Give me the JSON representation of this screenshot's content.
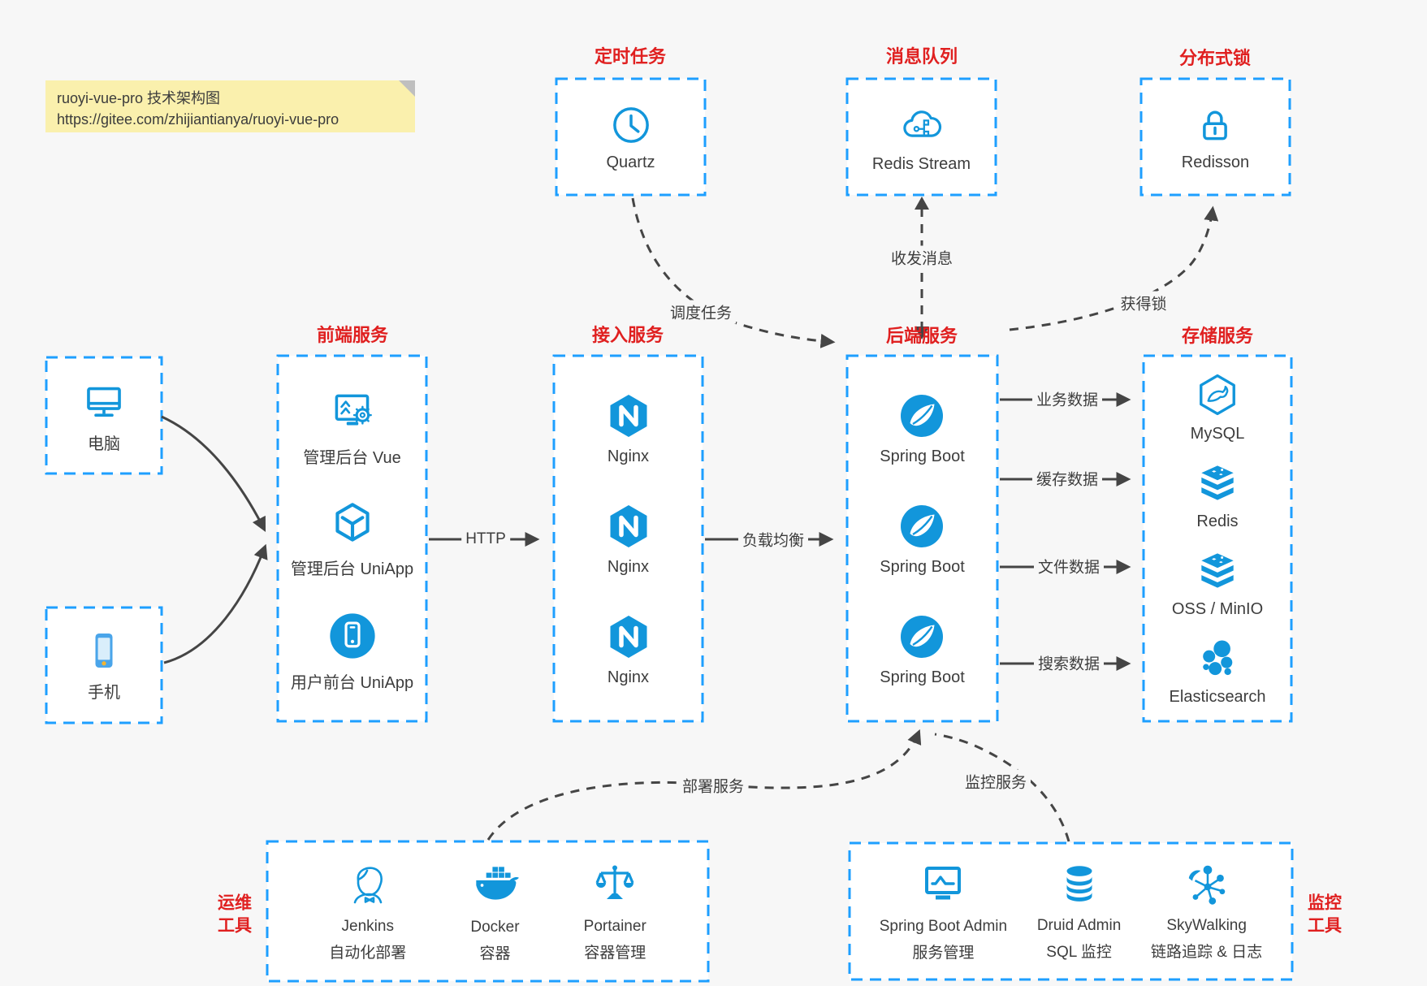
{
  "colors": {
    "accent_blue": "#1296db",
    "box_border_blue": "#1e9fff",
    "title_red": "#e02020",
    "arrow_gray": "#454545",
    "note_bg": "#faf0ad",
    "canvas_bg": "#f7f7f7",
    "text": "#3d3d3d"
  },
  "note": {
    "line1": "ruoyi-vue-pro 技术架构图",
    "line2": "https://gitee.com/zhijiantianya/ruoyi-vue-pro"
  },
  "top": {
    "scheduler": {
      "title": "定时任务",
      "item": {
        "label": "Quartz",
        "icon": "clock-icon"
      }
    },
    "mq": {
      "title": "消息队列",
      "item": {
        "label": "Redis Stream",
        "icon": "cloud-network-icon"
      }
    },
    "lock": {
      "title": "分布式锁",
      "item": {
        "label": "Redisson",
        "icon": "padlock-icon"
      }
    }
  },
  "clients": {
    "computer": {
      "label": "电脑",
      "icon": "desktop-icon"
    },
    "phone": {
      "label": "手机",
      "icon": "smartphone-icon"
    }
  },
  "frontend": {
    "title": "前端服务",
    "items": [
      {
        "label": "管理后台 Vue",
        "icon": "admin-monitor-gear-icon"
      },
      {
        "label": "管理后台 UniApp",
        "icon": "cube-icon"
      },
      {
        "label": "用户前台 UniApp",
        "icon": "phone-circle-icon"
      }
    ]
  },
  "gateway": {
    "title": "接入服务",
    "items": [
      {
        "label": "Nginx",
        "icon": "nginx-icon"
      },
      {
        "label": "Nginx",
        "icon": "nginx-icon"
      },
      {
        "label": "Nginx",
        "icon": "nginx-icon"
      }
    ]
  },
  "backend": {
    "title": "后端服务",
    "items": [
      {
        "label": "Spring Boot",
        "icon": "spring-boot-icon"
      },
      {
        "label": "Spring Boot",
        "icon": "spring-boot-icon"
      },
      {
        "label": "Spring Boot",
        "icon": "spring-boot-icon"
      }
    ]
  },
  "storage": {
    "title": "存储服务",
    "items": [
      {
        "label": "MySQL",
        "icon": "mysql-icon"
      },
      {
        "label": "Redis",
        "icon": "redis-stack-icon"
      },
      {
        "label": "OSS / MinIO",
        "icon": "redis-stack-icon"
      },
      {
        "label": "Elasticsearch",
        "icon": "elasticsearch-icon"
      }
    ]
  },
  "ops": {
    "title_line1": "运维",
    "title_line2": "工具",
    "items": [
      {
        "name": "Jenkins",
        "desc": "自动化部署",
        "icon": "jenkins-icon"
      },
      {
        "name": "Docker",
        "desc": "容器",
        "icon": "docker-whale-icon"
      },
      {
        "name": "Portainer",
        "desc": "容器管理",
        "icon": "scales-icon"
      }
    ]
  },
  "monitoring": {
    "title_line1": "监控",
    "title_line2": "工具",
    "items": [
      {
        "name": "Spring Boot Admin",
        "desc": "服务管理",
        "icon": "monitor-chart-icon"
      },
      {
        "name": "Druid Admin",
        "desc": "SQL 监控",
        "icon": "database-icon"
      },
      {
        "name": "SkyWalking",
        "desc": "链路追踪 & 日志",
        "icon": "hub-spokes-icon"
      }
    ]
  },
  "edges": {
    "http": "HTTP",
    "lb": "负载均衡",
    "biz": "业务数据",
    "cache": "缓存数据",
    "file": "文件数据",
    "search": "搜索数据",
    "schedule": "调度任务",
    "message": "收发消息",
    "acquire_lock": "获得锁",
    "deploy": "部署服务",
    "monitor": "监控服务"
  }
}
